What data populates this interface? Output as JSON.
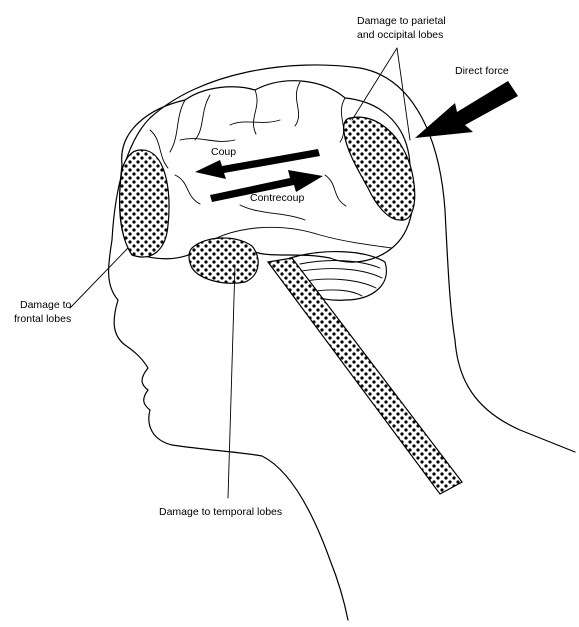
{
  "labels": {
    "parietal_line1": "Damage to parietal",
    "parietal_line2": "and occipital lobes",
    "direct_force": "Direct force",
    "coup": "Coup",
    "contrecoup": "Contrecoup",
    "frontal_line1": "Damage to",
    "frontal_line2": "frontal lobes",
    "temporal": "Damage to temporal lobes"
  },
  "colors": {
    "ink": "#000000",
    "background": "#ffffff"
  }
}
